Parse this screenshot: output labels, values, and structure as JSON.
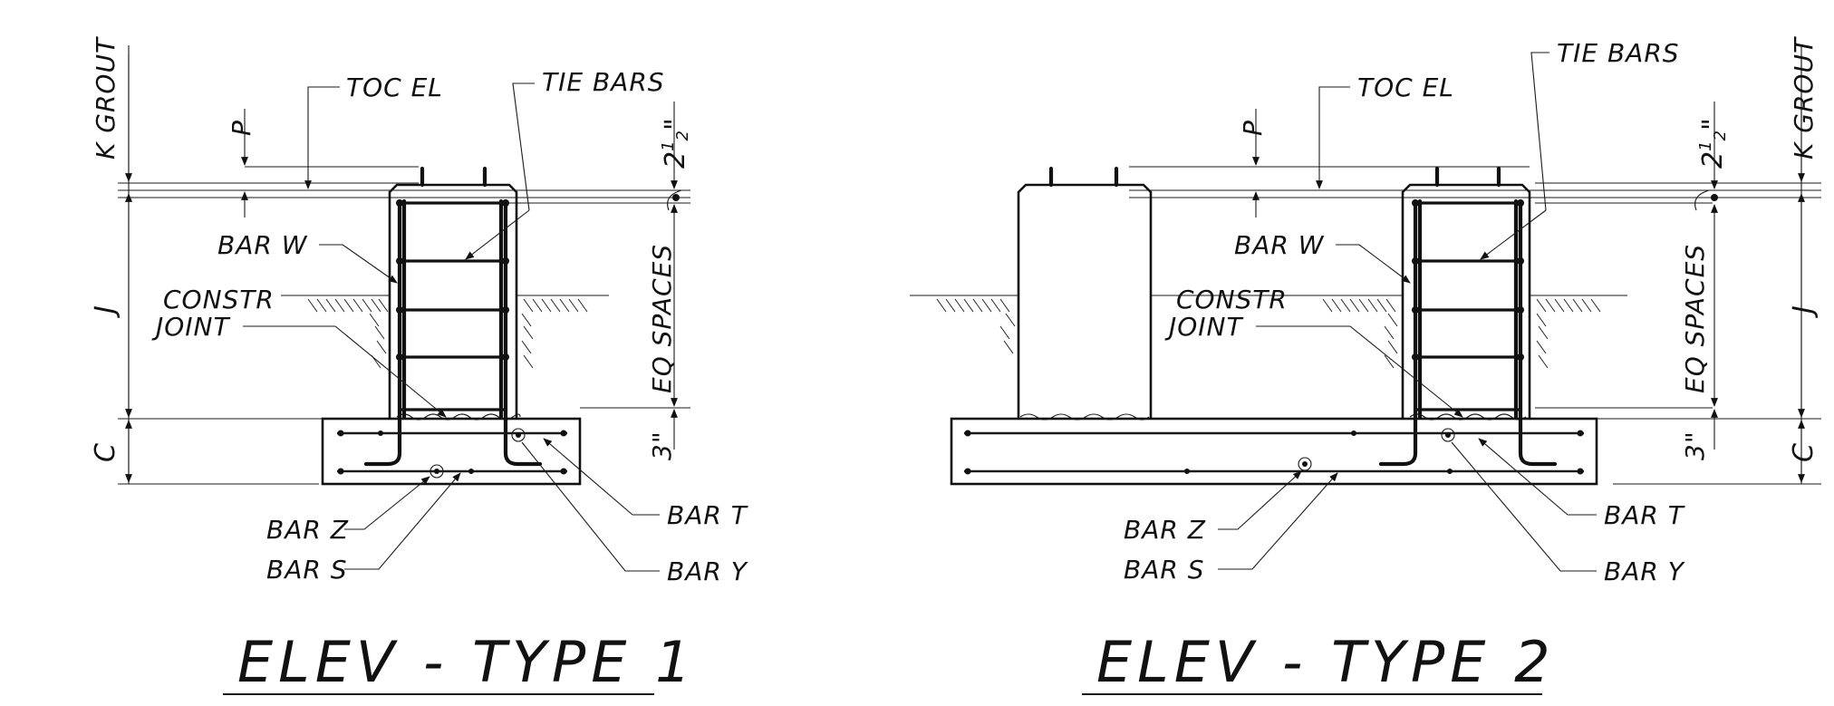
{
  "labels": {
    "k_grout": "K GROUT",
    "toc_el": "TOC EL",
    "tie_bars": "TIE BARS",
    "p": "P",
    "two_half_whole": "2",
    "two_half_num": "1",
    "two_half_den": "2",
    "two_half_mark": "\"",
    "j": "J",
    "c": "C",
    "eq_spaces": "EQ SPACES",
    "three_in": "3\"",
    "bar_w": "BAR W",
    "constr": "CONSTR",
    "joint": "JOINT",
    "bar_z": "BAR Z",
    "bar_s": "BAR S",
    "bar_t": "BAR T",
    "bar_y": "BAR Y"
  },
  "titles": {
    "type1": "ELEV - TYPE 1",
    "type2": "ELEV - TYPE 2"
  }
}
